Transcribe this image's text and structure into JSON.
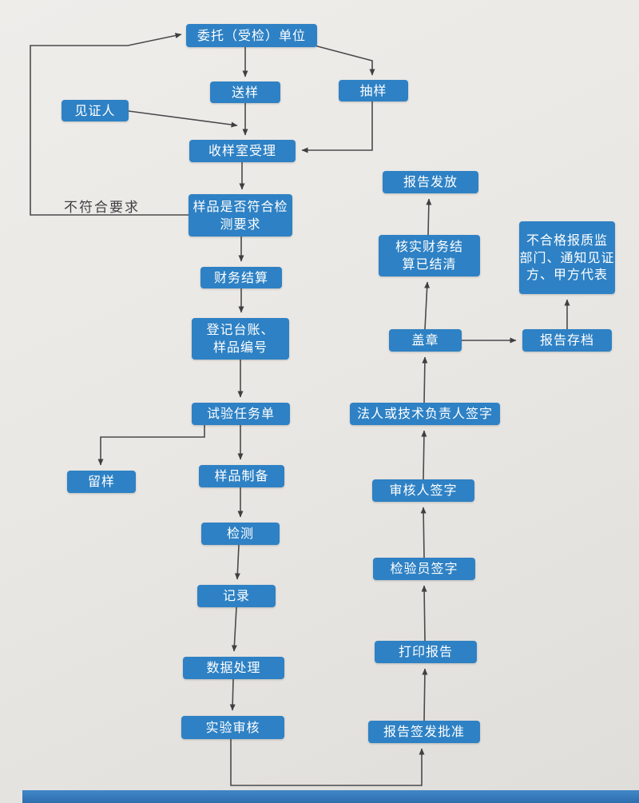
{
  "style": {
    "node_color": "#2e81c4",
    "node_text_color": "#ffffff",
    "arrow_color": "#4a4a4c",
    "background_color": "#eae8e4",
    "bottom_strip_color": "#3a7ec0",
    "label_color": "#3e3e42"
  },
  "nodes": {
    "entrust": "委托（受检）单位",
    "send_sample": "送样",
    "sampling": "抽样",
    "witness": "见证人",
    "receive": "收样室受理",
    "sample_check": "样品是否符合检\n测要求",
    "finance": "财务结算",
    "register": "登记台账、\n样品编号",
    "task_order": "试验任务单",
    "retain": "留样",
    "prepare": "样品制备",
    "test": "检测",
    "record": "记录",
    "data_processing": "数据处理",
    "lab_review": "实验审核",
    "report_approve": "报告签发批准",
    "print_report": "打印报告",
    "inspector_sign": "检验员签字",
    "reviewer_sign": "审核人签字",
    "legal_sign": "法人或技术负责人签字",
    "stamp": "盖章",
    "verify_settle": "核实财务结\n算已结清",
    "report_release": "报告发放",
    "archive": "报告存档",
    "nonconform": "不合格报质监\n部门、通知见证\n方、甲方代表",
    "reject_label": "不符合要求"
  },
  "diagram": {
    "type": "flowchart",
    "edges": [
      {
        "from": "委托（受检）单位",
        "to": "送样"
      },
      {
        "from": "委托（受检）单位",
        "to": "抽样"
      },
      {
        "from": "送样",
        "to": "收样室受理"
      },
      {
        "from": "见证人",
        "to": "收样室受理"
      },
      {
        "from": "抽样",
        "to": "收样室受理"
      },
      {
        "from": "收样室受理",
        "to": "样品是否符合检测要求"
      },
      {
        "from": "样品是否符合检测要求",
        "to": "委托（受检）单位",
        "label": "不符合要求"
      },
      {
        "from": "样品是否符合检测要求",
        "to": "财务结算"
      },
      {
        "from": "财务结算",
        "to": "登记台账、样品编号"
      },
      {
        "from": "登记台账、样品编号",
        "to": "试验任务单"
      },
      {
        "from": "试验任务单",
        "to": "留样"
      },
      {
        "from": "试验任务单",
        "to": "样品制备"
      },
      {
        "from": "样品制备",
        "to": "检测"
      },
      {
        "from": "检测",
        "to": "记录"
      },
      {
        "from": "记录",
        "to": "数据处理"
      },
      {
        "from": "数据处理",
        "to": "实验审核"
      },
      {
        "from": "实验审核",
        "to": "报告签发批准"
      },
      {
        "from": "报告签发批准",
        "to": "打印报告"
      },
      {
        "from": "打印报告",
        "to": "检验员签字"
      },
      {
        "from": "检验员签字",
        "to": "审核人签字"
      },
      {
        "from": "审核人签字",
        "to": "法人或技术负责人签字"
      },
      {
        "from": "法人或技术负责人签字",
        "to": "盖章"
      },
      {
        "from": "盖章",
        "to": "核实财务结算已结清"
      },
      {
        "from": "核实财务结算已结清",
        "to": "报告发放"
      },
      {
        "from": "盖章",
        "to": "报告存档"
      },
      {
        "from": "报告存档",
        "to": "不合格报质监部门、通知见证方、甲方代表"
      }
    ]
  }
}
